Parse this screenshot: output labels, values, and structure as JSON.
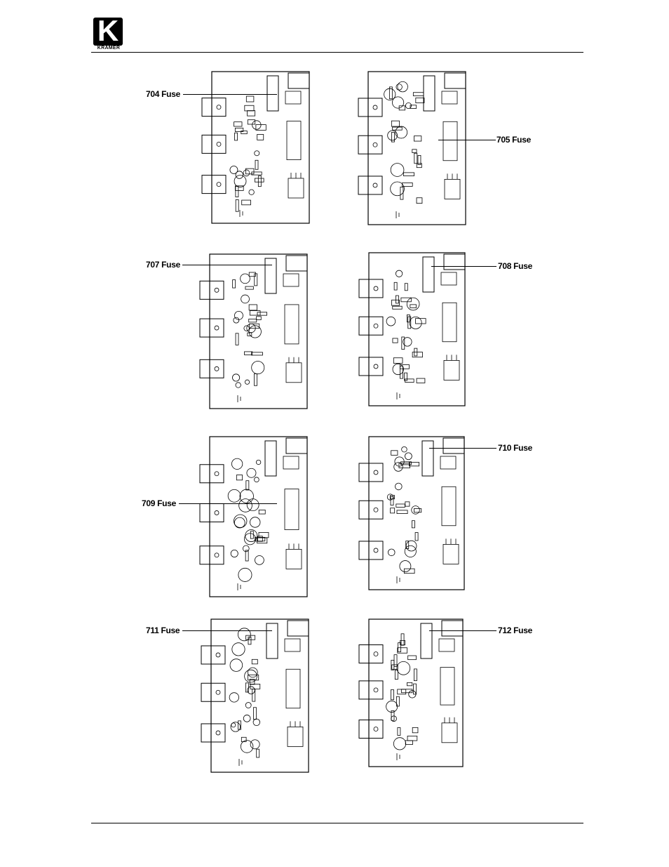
{
  "header": {
    "logo_wordmark": "KRAMER",
    "logo_letter": "K"
  },
  "boards": [
    {
      "id": "704",
      "fuse_label": "704 Fuse"
    },
    {
      "id": "705",
      "fuse_label": "705 Fuse"
    },
    {
      "id": "707",
      "fuse_label": "707 Fuse"
    },
    {
      "id": "708",
      "fuse_label": "708 Fuse"
    },
    {
      "id": "709",
      "fuse_label": "709 Fuse"
    },
    {
      "id": "710",
      "fuse_label": "710 Fuse"
    },
    {
      "id": "711",
      "fuse_label": "711 Fuse"
    },
    {
      "id": "712",
      "fuse_label": "712 Fuse"
    }
  ]
}
